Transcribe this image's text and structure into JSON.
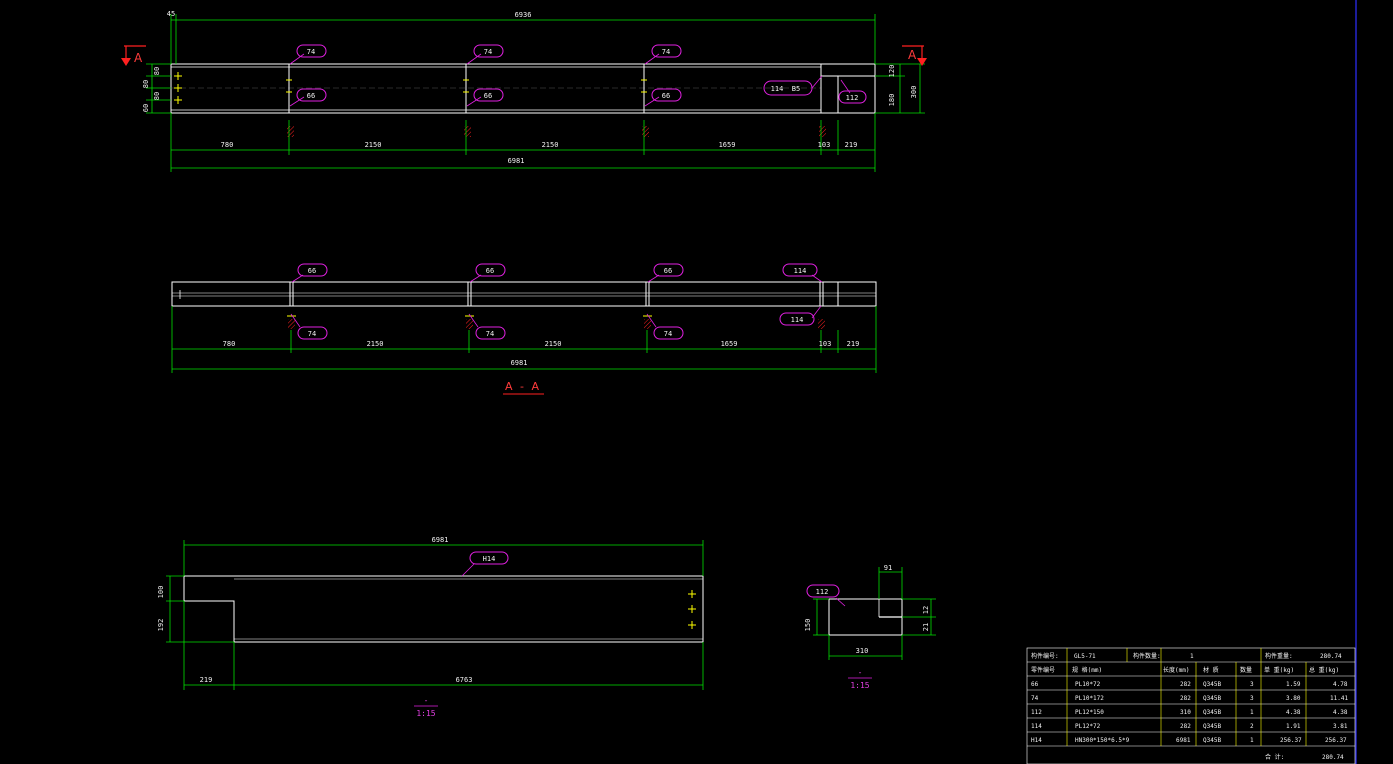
{
  "colors": {
    "background": "#000000",
    "dimension": "#00e000",
    "outline": "#ffffff",
    "tag": "#e020e0",
    "section": "#ff2020",
    "weld": "#ffff00",
    "hatch": "#ff2020",
    "border": "#3030ff"
  },
  "view1": {
    "overall_top": "6936",
    "left_offset": "45",
    "left_dims": [
      "80",
      "80",
      "80",
      "60"
    ],
    "right_dims": [
      "120",
      "180",
      "300"
    ],
    "segments": [
      "780",
      "2150",
      "2150",
      "1659",
      "103",
      "219"
    ],
    "overall_bottom": "6981",
    "tags": [
      "74",
      "74",
      "74",
      "66",
      "66",
      "66",
      "114",
      "112"
    ],
    "tag_b5": "B5",
    "section_mark": "A"
  },
  "view2": {
    "tags_top": [
      "66",
      "66",
      "66",
      "114"
    ],
    "tags_bottom": [
      "74",
      "74",
      "74",
      "114"
    ],
    "segments": [
      "780",
      "2150",
      "2150",
      "1659",
      "103",
      "219"
    ],
    "overall": "6981",
    "caption": "A - A"
  },
  "view3": {
    "overall_top": "6981",
    "tag": "H14",
    "left_dims": [
      "100",
      "192"
    ],
    "bottom_dims": [
      "219",
      "6763"
    ],
    "scale_label": "-",
    "scale": "1:15"
  },
  "view4": {
    "tag": "112",
    "top_dim": "91",
    "left_dim": "150",
    "right_dims": [
      "12",
      "21"
    ],
    "bottom_dim": "310",
    "scale_label": "-",
    "scale": "1:15"
  },
  "table": {
    "header1": [
      "构件编号:",
      "GL5-71",
      "构件数量:",
      "1",
      "构件重量:",
      "280.74"
    ],
    "header2": [
      "零件编号",
      "规 格(mm)",
      "长度(mm)",
      "材 质",
      "数量",
      "单 重(kg)",
      "总 重(kg)"
    ],
    "rows": [
      [
        "66",
        "PL10*72",
        "282",
        "Q345B",
        "3",
        "1.59",
        "4.78"
      ],
      [
        "74",
        "PL10*172",
        "282",
        "Q345B",
        "3",
        "3.80",
        "11.41"
      ],
      [
        "112",
        "PL12*150",
        "310",
        "Q345B",
        "1",
        "4.38",
        "4.38"
      ],
      [
        "114",
        "PL12*72",
        "282",
        "Q345B",
        "2",
        "1.91",
        "3.81"
      ],
      [
        "H14",
        "HN300*150*6.5*9",
        "6981",
        "Q345B",
        "1",
        "256.37",
        "256.37"
      ]
    ],
    "total_label": "合  计:",
    "total_value": "280.74"
  }
}
